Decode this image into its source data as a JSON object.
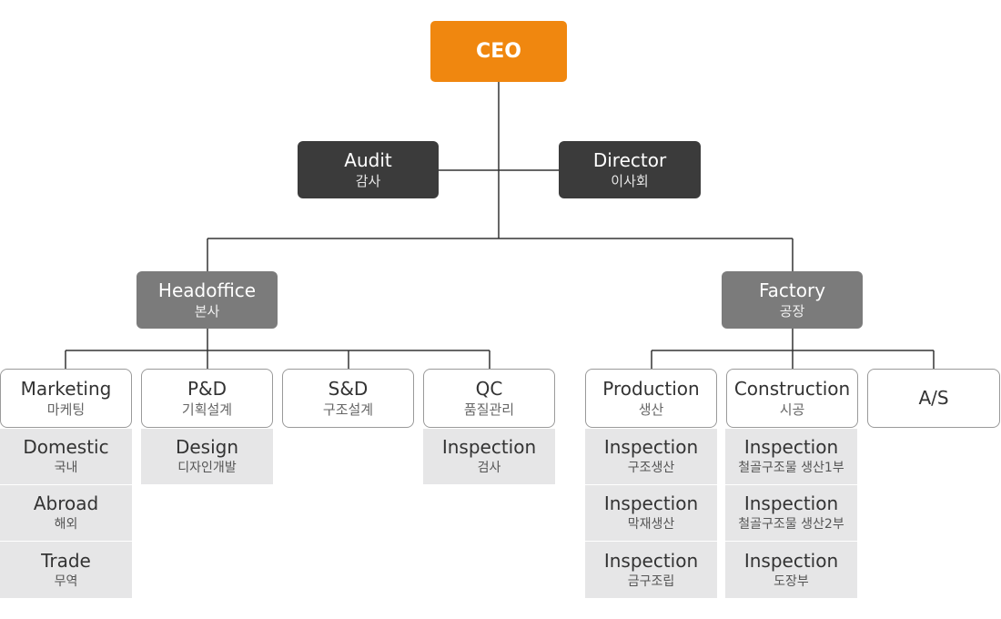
{
  "org": {
    "ceo": {
      "en": "CEO"
    },
    "audit": {
      "en": "Audit",
      "ko": "감사"
    },
    "director": {
      "en": "Director",
      "ko": "이사회"
    },
    "headoffice": {
      "en": "Headoffice",
      "ko": "본사"
    },
    "factory": {
      "en": "Factory",
      "ko": "공장"
    },
    "marketing": {
      "en": "Marketing",
      "ko": "마케팅",
      "subs": [
        {
          "en": "Domestic",
          "ko": "국내"
        },
        {
          "en": "Abroad",
          "ko": "해외"
        },
        {
          "en": "Trade",
          "ko": "무역"
        }
      ]
    },
    "pd": {
      "en": "P&D",
      "ko": "기획설계",
      "subs": [
        {
          "en": "Design",
          "ko": "디자인개발"
        }
      ]
    },
    "sd": {
      "en": "S&D",
      "ko": "구조설계"
    },
    "qc": {
      "en": "QC",
      "ko": "품질관리",
      "subs": [
        {
          "en": "Inspection",
          "ko": "검사"
        }
      ]
    },
    "production": {
      "en": "Production",
      "ko": "생산",
      "subs": [
        {
          "en": "Inspection",
          "ko": "구조생산"
        },
        {
          "en": "Inspection",
          "ko": "막재생산"
        },
        {
          "en": "Inspection",
          "ko": "금구조립"
        }
      ]
    },
    "construction": {
      "en": "Construction",
      "ko": "시공",
      "subs": [
        {
          "en": "Inspection",
          "ko": "철골구조물 생산1부"
        },
        {
          "en": "Inspection",
          "ko": "철골구조물 생산2부"
        },
        {
          "en": "Inspection",
          "ko": "도장부"
        }
      ]
    },
    "as": {
      "en": "A/S"
    }
  },
  "colors": {
    "ceo": "#f0870f",
    "dark": "#3b3b3b",
    "grey": "#7b7b7b",
    "outline_border": "#9a9a9a",
    "sub_bg": "#e6e6e7",
    "connector": "#333333"
  }
}
